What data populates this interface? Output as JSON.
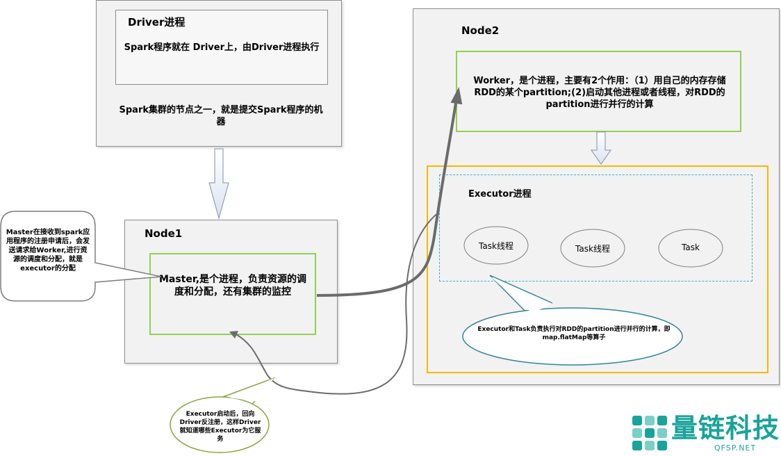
{
  "driver": {
    "title": "Driver进程",
    "inner_text": "Spark程序就在 Driver上，由Driver进程执行",
    "outer_text": "Spark集群的节点之一，就是提交Spark程序的机器"
  },
  "node1": {
    "title": "Node1",
    "master_text": "Master,是个进程，负责资源的调度和分配，还有集群的监控"
  },
  "node2": {
    "title": "Node2",
    "worker_text": "Worker，是个进程，主要有2个作用：（1）用自己的内存存储RDD的某个partition;(2)启动其他进程或者线程，对RDD的partition进行并行的计算",
    "executor_title": "Executor进程",
    "tasks": [
      "Task线程",
      "Task线程",
      "Task"
    ]
  },
  "callouts": {
    "master": "Master在接收到spark应用程序的注册申请后，会发送请求给Worker,进行资源的调度和分配，就是executor的分配",
    "executor_register": "Executor启动后，回向 Driver反注册，这样Driver就知道哪些Executor为它服务",
    "executor_task": "Executor和Task负责执行对RDD的partition进行并行的计算，即map.flatMap等算子"
  },
  "logo": {
    "name": "量链科技",
    "domain": "QFSP.NET"
  },
  "colors": {
    "green_border": "#92d050",
    "orange_border": "#f5b800",
    "dashed_blue": "#3fa9d6",
    "oval_teal": "#31849b",
    "callout_olive": "#8aa33e",
    "logo_teal": "#1aa39a"
  }
}
